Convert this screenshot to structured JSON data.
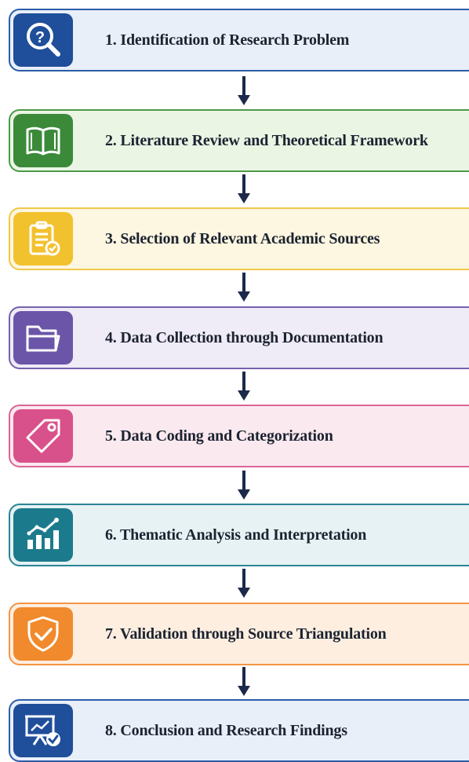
{
  "steps": [
    {
      "label": "1. Identification of Research Problem",
      "icon": "search-question-icon",
      "color": "#1f4e9a",
      "bg": "#e9eff9",
      "border": "#2c5da8"
    },
    {
      "label": "2. Literature Review and Theoretical Framework",
      "icon": "open-book-icon",
      "color": "#3b8a3a",
      "bg": "#eaf5e4",
      "border": "#4c9a48"
    },
    {
      "label": "3. Selection of Relevant Academic Sources",
      "icon": "clipboard-check-icon",
      "color": "#f2c12e",
      "bg": "#fdf6e0",
      "border": "#f0c84a"
    },
    {
      "label": "4. Data Collection through Documentation",
      "icon": "folder-icon",
      "color": "#6b55a8",
      "bg": "#efebf7",
      "border": "#7561ad"
    },
    {
      "label": "5. Data Coding and Categorization",
      "icon": "tag-icon",
      "color": "#d9518a",
      "bg": "#fbe9f0",
      "border": "#db6597"
    },
    {
      "label": "6. Thematic Analysis and Interpretation",
      "icon": "growth-chart-icon",
      "color": "#1b7b8c",
      "bg": "#e6f2f4",
      "border": "#2a8494"
    },
    {
      "label": "7. Validation through Source Triangulation",
      "icon": "shield-check-icon",
      "color": "#f08a2c",
      "bg": "#fdeee0",
      "border": "#f39545"
    },
    {
      "label": "8. Conclusion and Research Findings",
      "icon": "presentation-check-icon",
      "color": "#1f4e9a",
      "bg": "#e9eff9",
      "border": "#2c5da8"
    }
  ],
  "arrow_color": "#1b2a4a"
}
